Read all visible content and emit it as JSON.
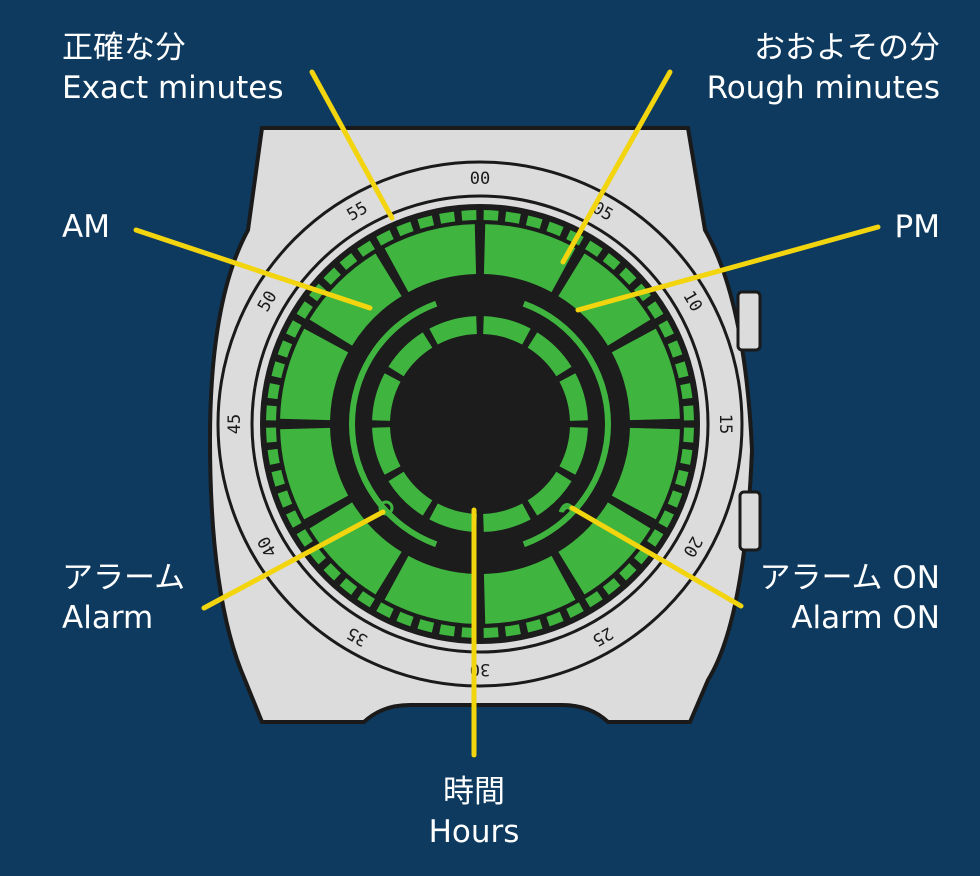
{
  "colors": {
    "background": "#0d3a5e",
    "case": "#dcdcdc",
    "case_outline": "#1a1a1a",
    "dial": "#1c1c1c",
    "segment": "#3fb43f",
    "leader": "#f2d50f",
    "text": "#ffffff"
  },
  "bezel": {
    "numbers": [
      "00",
      "05",
      "10",
      "15",
      "20",
      "25",
      "30",
      "35",
      "40",
      "45",
      "50",
      "55"
    ]
  },
  "labels": {
    "exact_minutes": {
      "ja": "正確な分",
      "en": "Exact minutes"
    },
    "rough_minutes": {
      "ja": "おおよその分",
      "en": "Rough minutes"
    },
    "am": {
      "en": "AM"
    },
    "pm": {
      "en": "PM"
    },
    "alarm": {
      "ja": "アラーム",
      "en": "Alarm"
    },
    "alarm_on": {
      "ja": "アラーム ON",
      "en": "Alarm ON"
    },
    "hours": {
      "ja": "時間",
      "en": "Hours"
    }
  }
}
